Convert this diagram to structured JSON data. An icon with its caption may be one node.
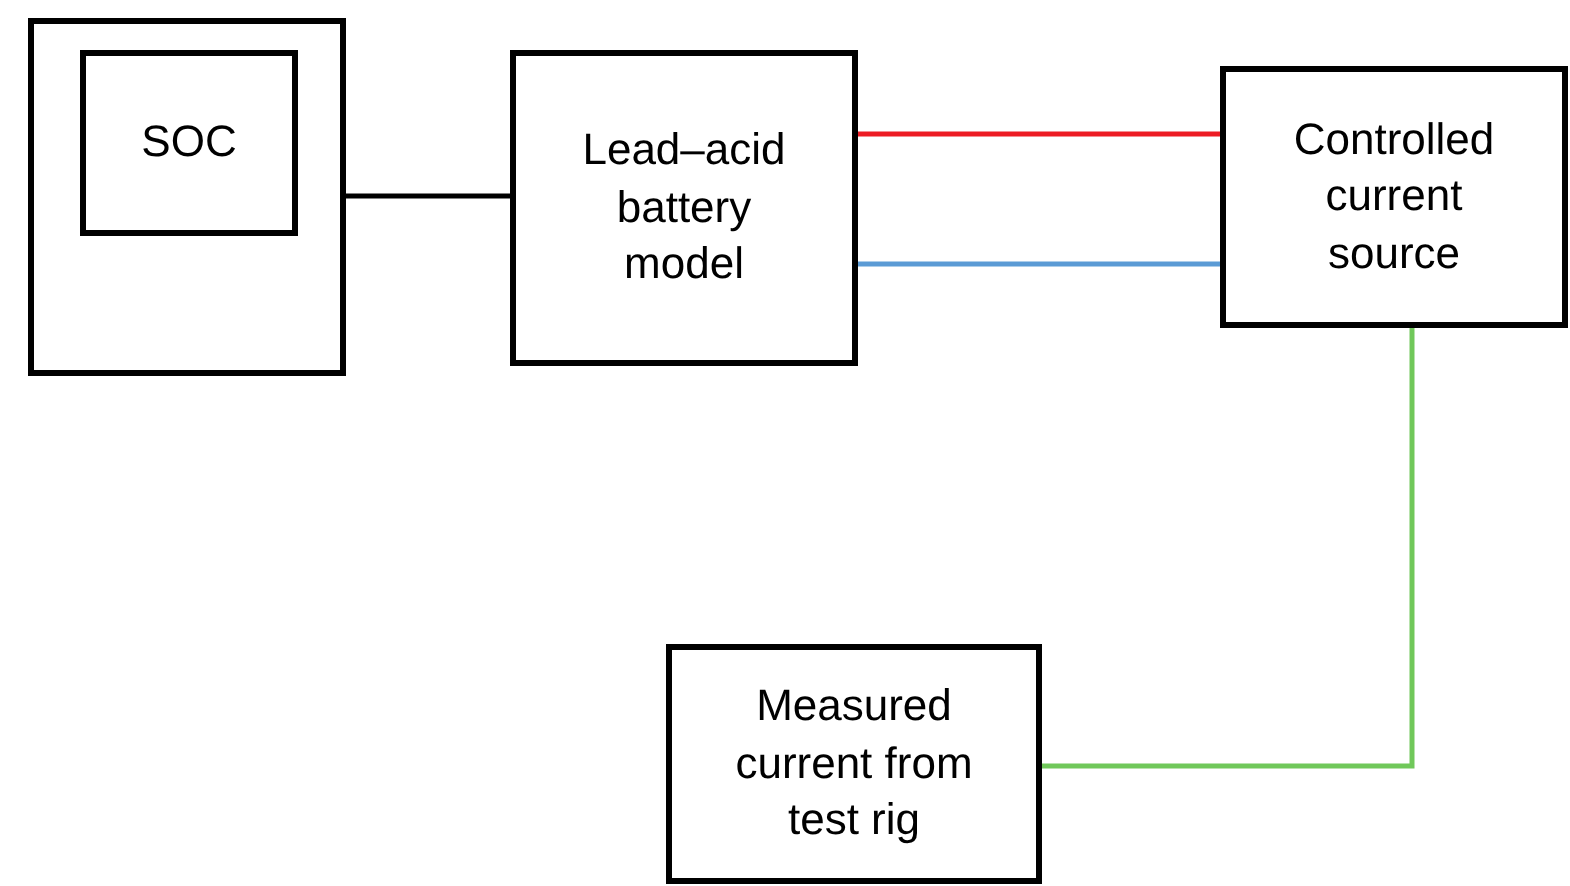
{
  "diagram": {
    "nodes": [
      {
        "text": [],
        "shape": "box"
      },
      {
        "text": [
          "SOC"
        ],
        "in": 0
      },
      {
        "text": [
          "Lead–acid battery model"
        ]
      },
      {
        "text": [
          "Controlled current source"
        ]
      },
      {
        "text": [
          "Measured current from test rig"
        ]
      }
    ],
    "edges": [
      {
        "from": 0,
        "to": 2,
        "arrow": "none"
      },
      {
        "from": 2,
        "to": 3,
        "arrow": "none",
        "color": "#ed1c24"
      },
      {
        "from": 2,
        "to": 3,
        "arrow": "none",
        "color": "#5b9bd5"
      },
      {
        "from": 3,
        "to": 4,
        "arrow": "none",
        "color": "#70c85a"
      }
    ]
  }
}
